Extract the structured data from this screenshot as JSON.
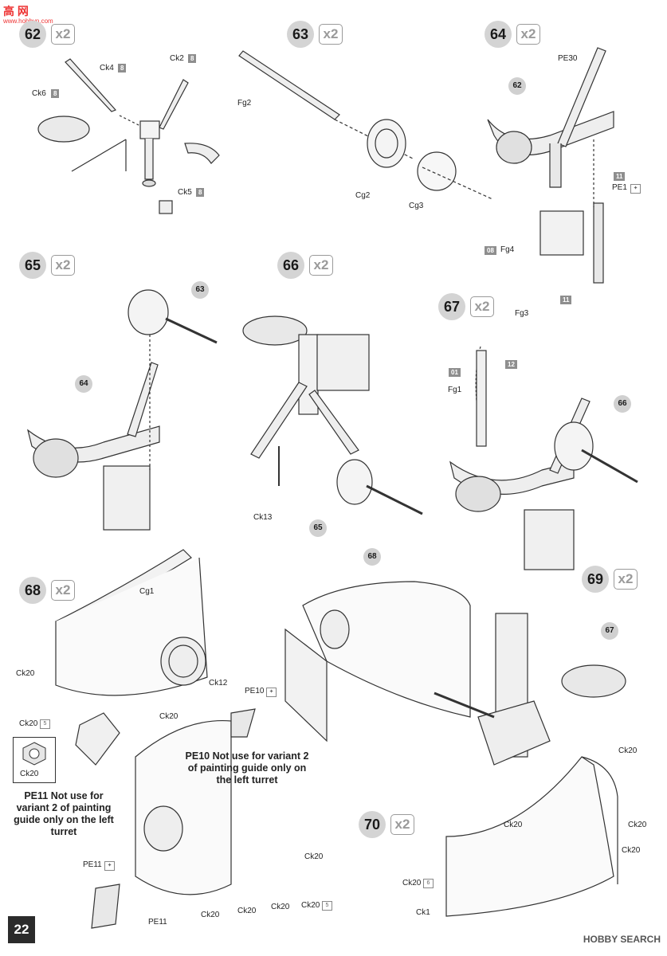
{
  "page_number": "22",
  "watermark": {
    "line1": "高 网",
    "line2": "www.hobbyn.com",
    "brand": "HOBBY SEARCH"
  },
  "steps": [
    {
      "num": "62",
      "mult": "x2"
    },
    {
      "num": "63",
      "mult": "x2"
    },
    {
      "num": "64",
      "mult": "x2"
    },
    {
      "num": "65",
      "mult": "x2"
    },
    {
      "num": "66",
      "mult": "x2"
    },
    {
      "num": "67",
      "mult": "x2"
    },
    {
      "num": "68",
      "mult": "x2"
    },
    {
      "num": "69",
      "mult": "x2"
    },
    {
      "num": "70",
      "mult": "x2"
    }
  ],
  "labels": {
    "ck4": "Ck4",
    "ck2": "Ck2",
    "ck6": "Ck6",
    "ck5": "Ck5",
    "fg2": "Fg2",
    "cg2": "Cg2",
    "cg3": "Cg3",
    "pe30": "PE30",
    "pe1": "PE1",
    "fg4": "Fg4",
    "ck13": "Ck13",
    "fg3": "Fg3",
    "fg1": "Fg1",
    "cg1": "Cg1",
    "ck20": "Ck20",
    "ck20x5": "Ck20",
    "ck12": "Ck12",
    "pe10": "PE10",
    "pe11": "PE11",
    "ck1": "Ck1",
    "ck20x6": "Ck20"
  },
  "tags": {
    "t8": "8",
    "t11": "11",
    "t08": "08",
    "t01": "01",
    "t12": "12",
    "x5": "5",
    "x6": "6"
  },
  "pins": {
    "p62": "62",
    "p63": "63",
    "p64": "64",
    "p65": "65",
    "p66": "66",
    "p67": "67",
    "p68": "68"
  },
  "notes": {
    "pe10": "PE10 Not use for variant 2 of painting guide only on the left turret",
    "pe11": "PE11 Not use for variant 2 of painting guide only on the left turret"
  }
}
